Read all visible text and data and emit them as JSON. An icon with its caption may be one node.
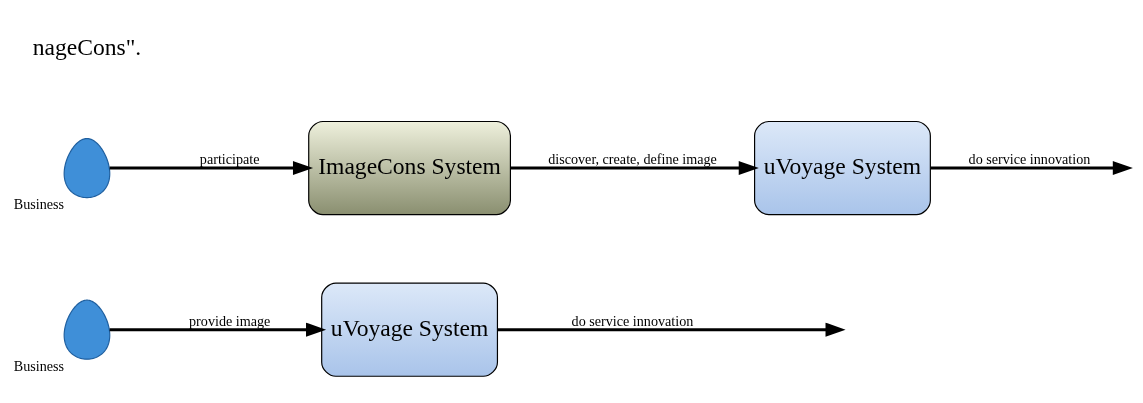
{
  "diagram": {
    "nodes": [
      {
        "text": [],
        "shape": "person",
        "beside": [
          "Business"
        ]
      },
      {
        "text": [
          "uVoyage System"
        ]
      },
      {
        "text": [],
        "shape": "person",
        "beside": [
          "Business"
        ]
      },
      {
        "text": [
          "ImageCons System"
        ]
      },
      {
        "text": [
          "uVoyage System"
        ]
      }
    ],
    "edges": [
      {
        "from": 0,
        "to": 1,
        "arrow": "to",
        "label": "provide image"
      },
      {
        "from": 1,
        "to": null,
        "arrow": "to",
        "label": "do service innovation"
      },
      {
        "from": 2,
        "to": 3,
        "arrow": "to",
        "label": "participate"
      },
      {
        "from": 3,
        "to": 4,
        "arrow": "to",
        "label": "discover, create, define image"
      },
      {
        "from": 4,
        "to": null,
        "arrow": "to",
        "label": "do service innovation"
      }
    ],
    "labels": [
      "nageCons\"."
    ]
  }
}
